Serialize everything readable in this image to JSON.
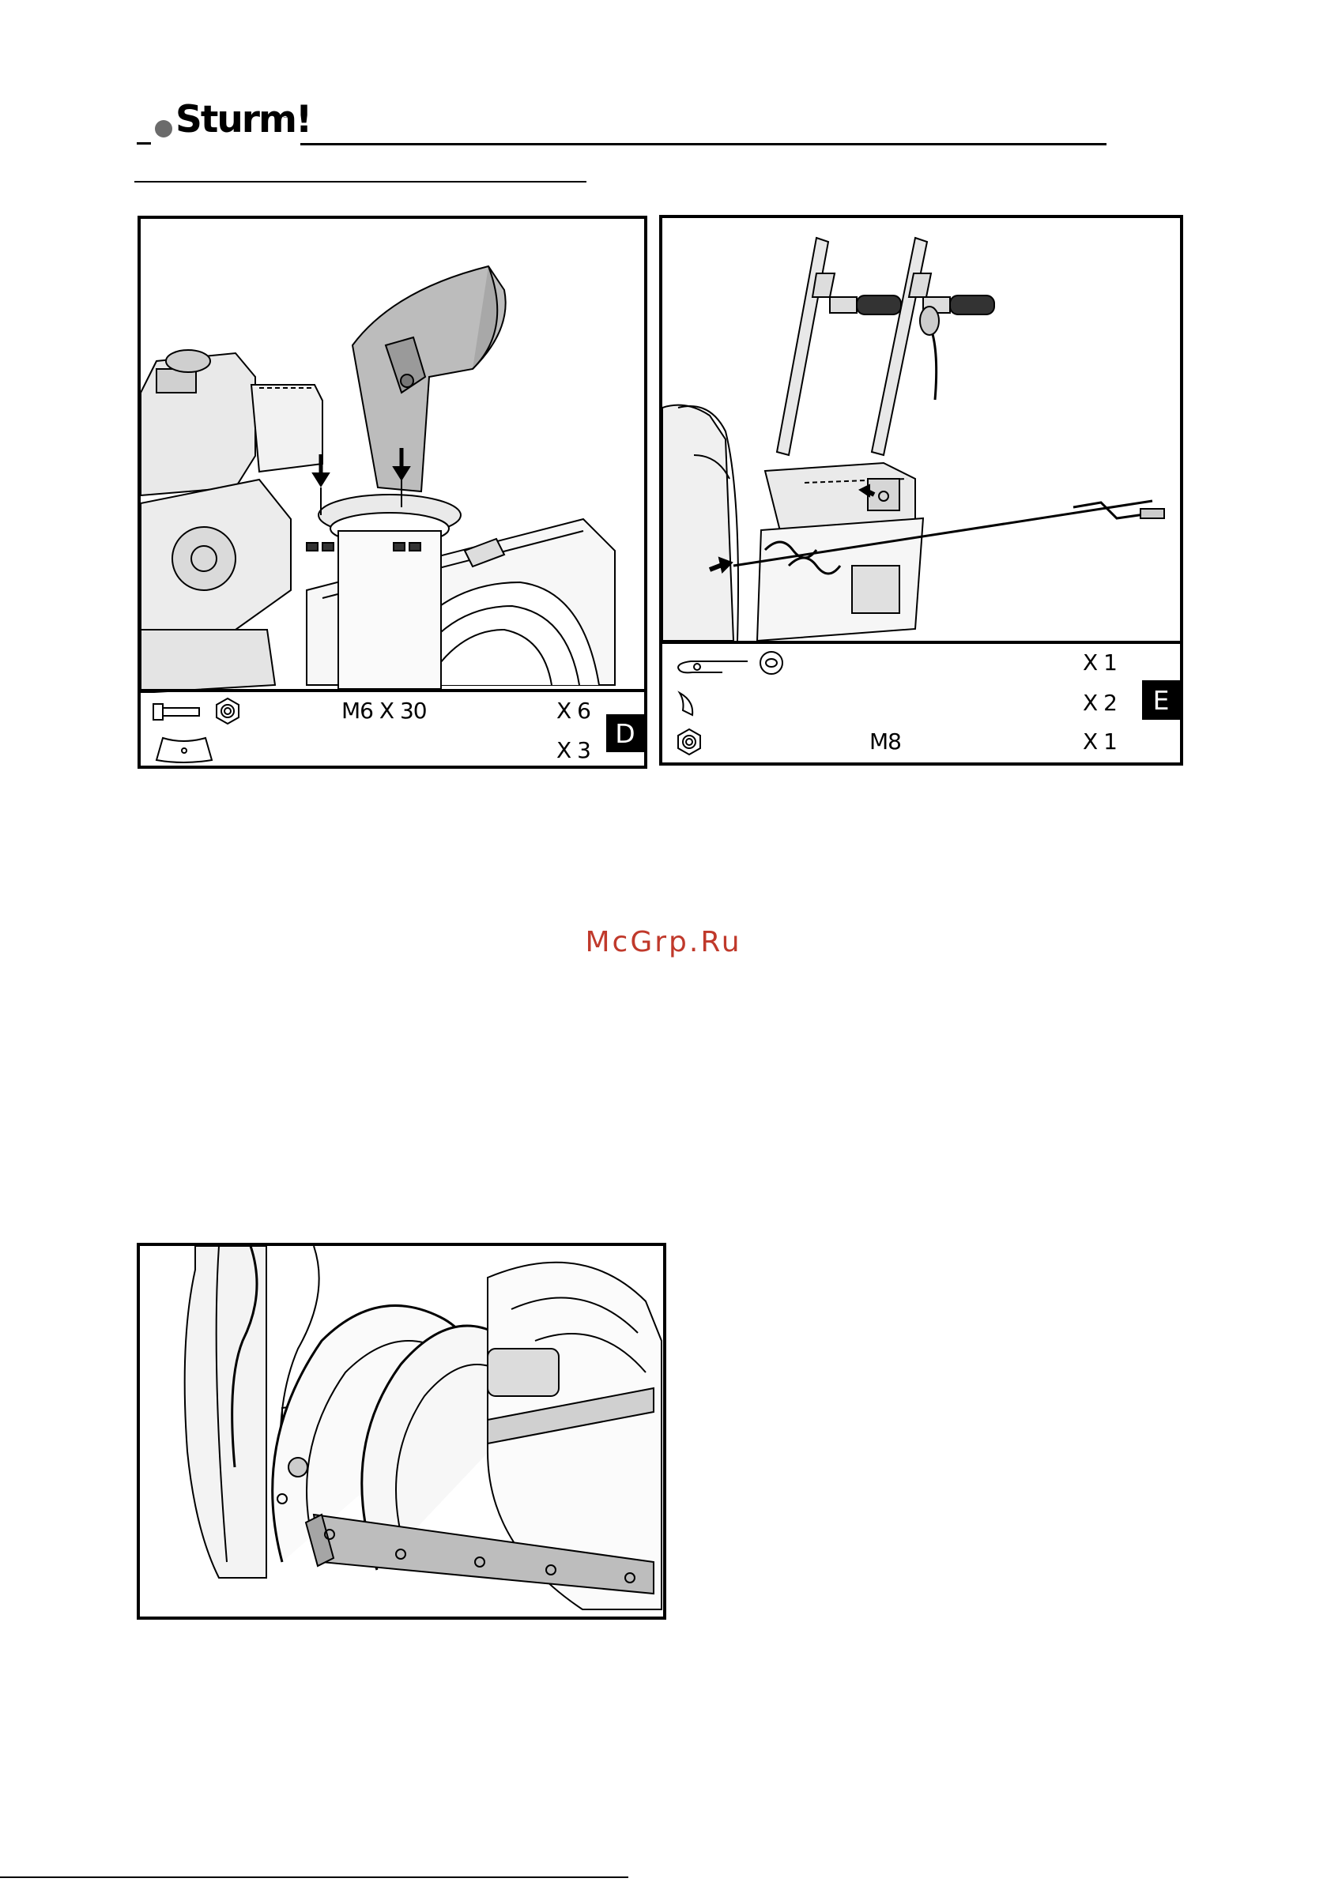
{
  "header": {
    "brand": "Sturm!",
    "registered": "®"
  },
  "panel_d": {
    "tag": "D",
    "legend": [
      {
        "size": "M6 X 30",
        "qty": "X 6"
      },
      {
        "size": "",
        "qty": "X 3"
      }
    ]
  },
  "panel_e": {
    "tag": "E",
    "legend": [
      {
        "size": "",
        "qty": "X 1"
      },
      {
        "size": "",
        "qty": "X 2"
      },
      {
        "size": "M8",
        "qty": "X 1"
      }
    ]
  },
  "watermark": {
    "text": "McGrp.Ru",
    "color": "#c0392b"
  },
  "icons": [
    "bolt-icon",
    "nut-icon",
    "deflector-plate-icon",
    "hair-pin-icon",
    "washer-icon",
    "clip-icon",
    "nut-icon"
  ]
}
